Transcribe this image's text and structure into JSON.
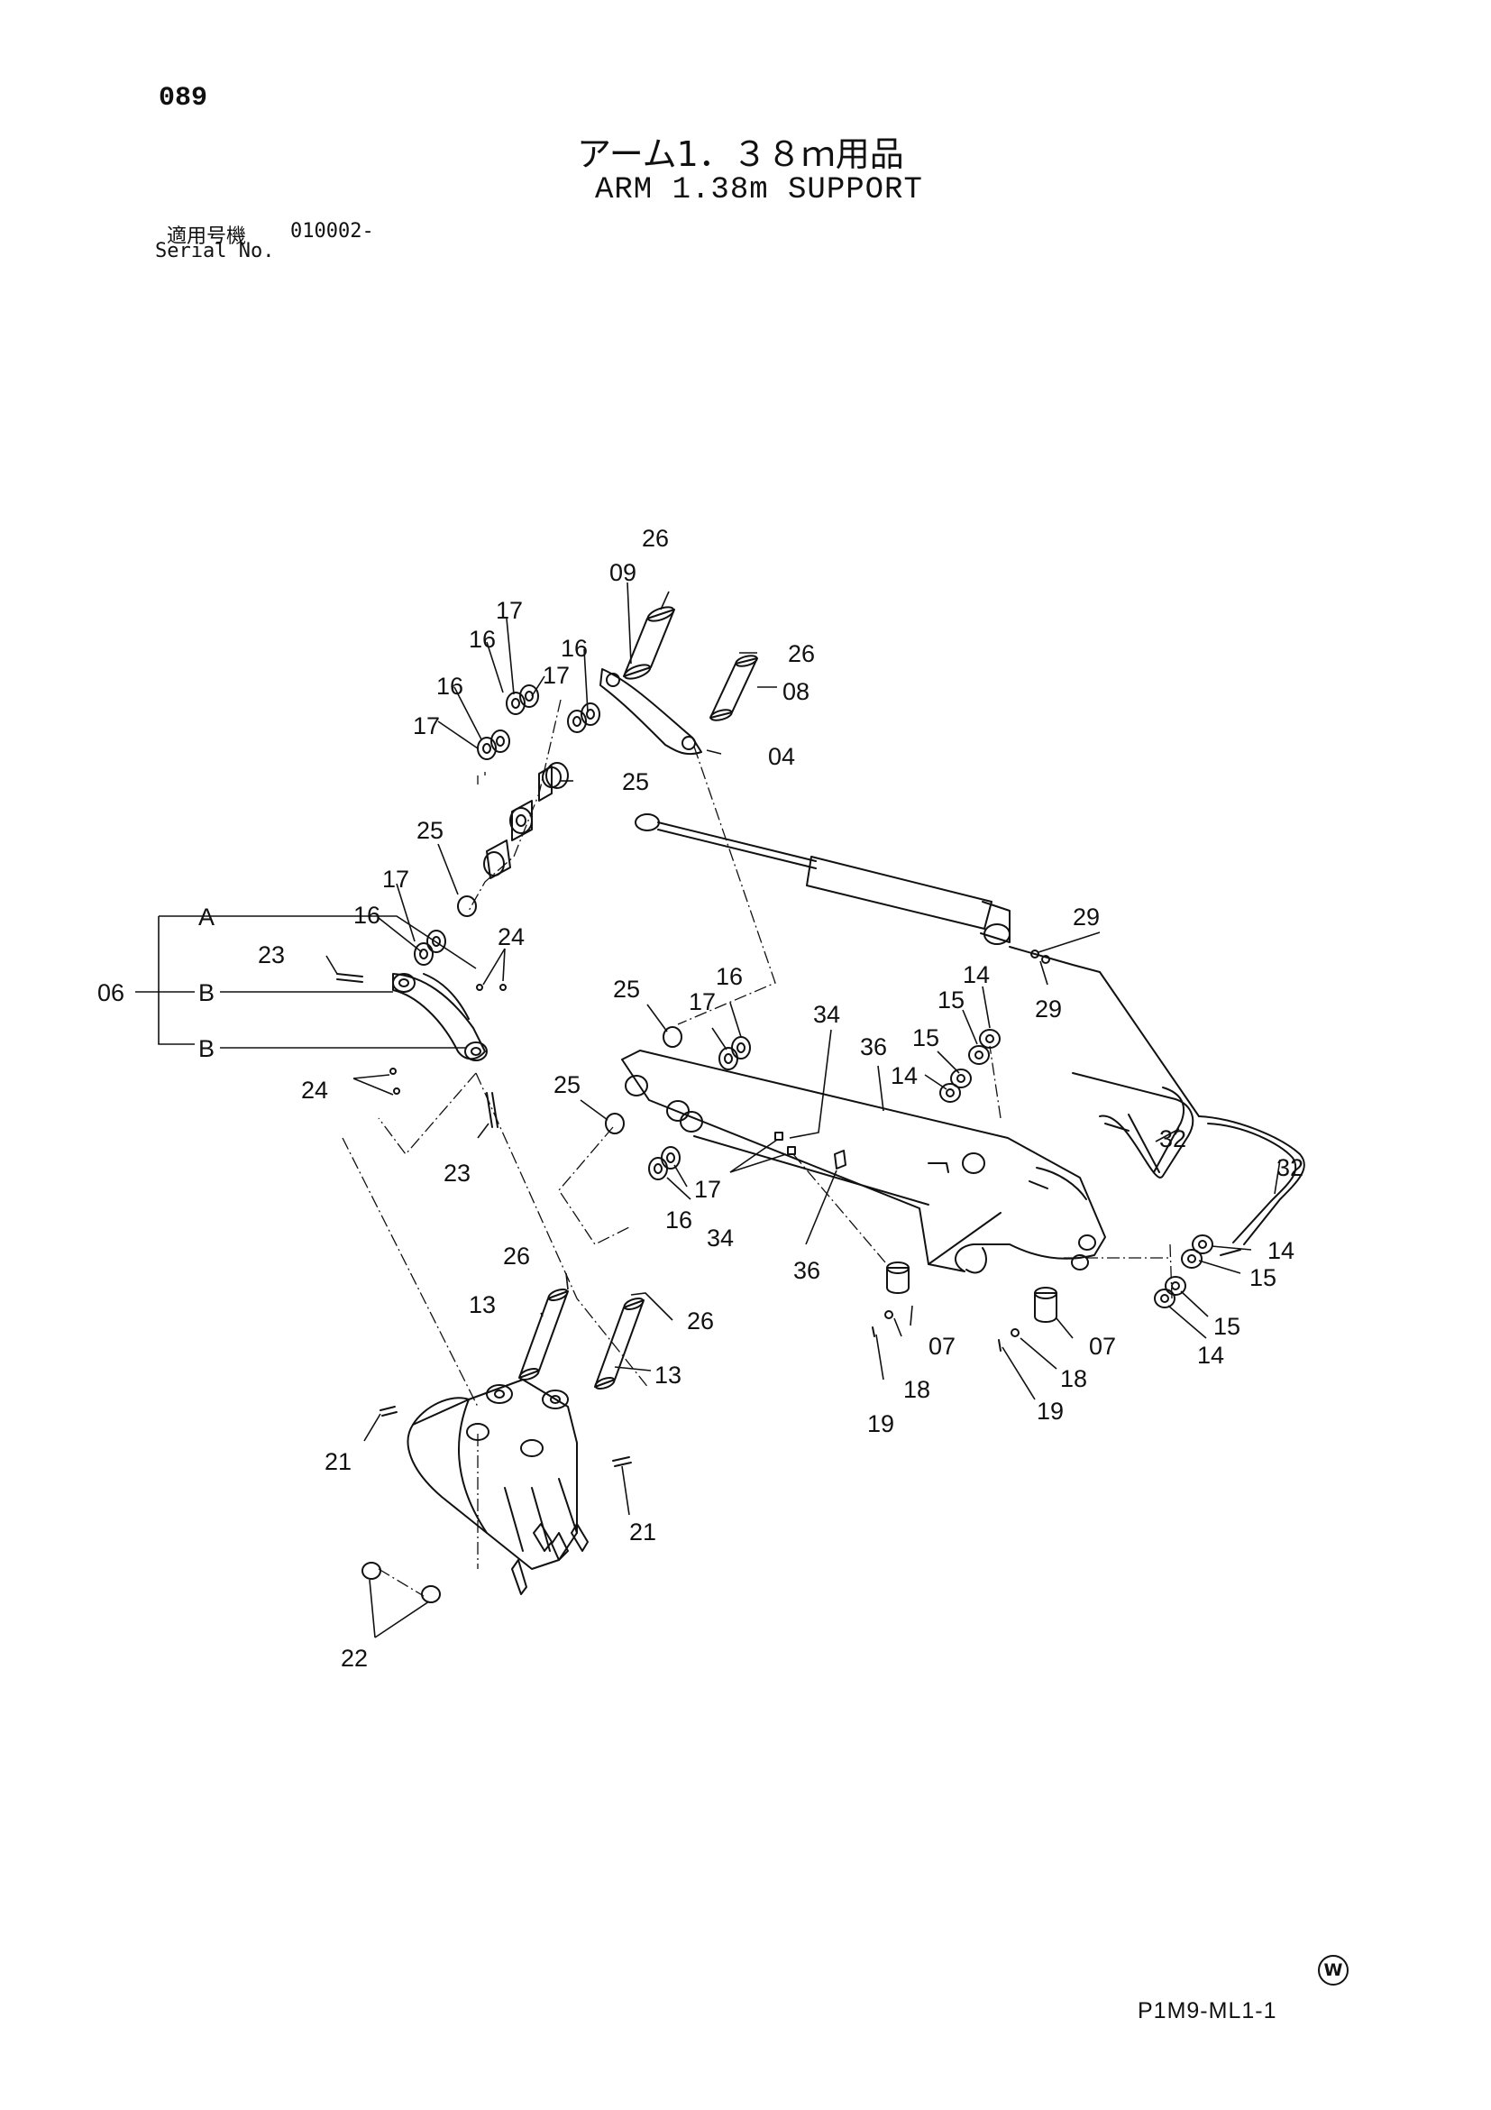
{
  "header": {
    "page_number": "089",
    "title_jp": "アーム1．３８ｍ用品",
    "title_en": "ARM 1.38m SUPPORT",
    "serial_label_jp": "適用号機",
    "serial_value": "010002-",
    "serial_label_en": "Serial No."
  },
  "footer": {
    "code": "P1M9-ML1-1",
    "mark": "W"
  },
  "callouts": {
    "c26a": "26",
    "c09": "09",
    "c26b": "26",
    "c08": "08",
    "c04": "04",
    "c17a": "17",
    "c16a": "16",
    "c16b": "16",
    "c17b": "17",
    "c16c": "16",
    "c17c": "17",
    "c25a": "25",
    "c25b": "25",
    "c17d": "17",
    "c16d": "16",
    "c24a": "24",
    "cA": "A",
    "cB1": "B",
    "cB2": "B",
    "c06": "06",
    "c23a": "23",
    "c24b": "24",
    "c23b": "23",
    "c29a": "29",
    "c29b": "29",
    "c25c": "25",
    "c16e": "16",
    "c17e": "17",
    "c25d": "25",
    "c34a": "34",
    "c36a": "36",
    "c14a": "14",
    "c15a": "15",
    "c15b": "15",
    "c14b": "14",
    "c32a": "32",
    "c32b": "32",
    "c17f": "17",
    "c16f": "16",
    "c34b": "34",
    "c36b": "36",
    "c14c": "14",
    "c15c": "15",
    "c15d": "15",
    "c14d": "14",
    "c26c": "26",
    "c13a": "13",
    "c26d": "26",
    "c13b": "13",
    "c07a": "07",
    "c18a": "18",
    "c19a": "19",
    "c07b": "07",
    "c18b": "18",
    "c19b": "19",
    "c21a": "21",
    "c21b": "21",
    "c22": "22"
  }
}
